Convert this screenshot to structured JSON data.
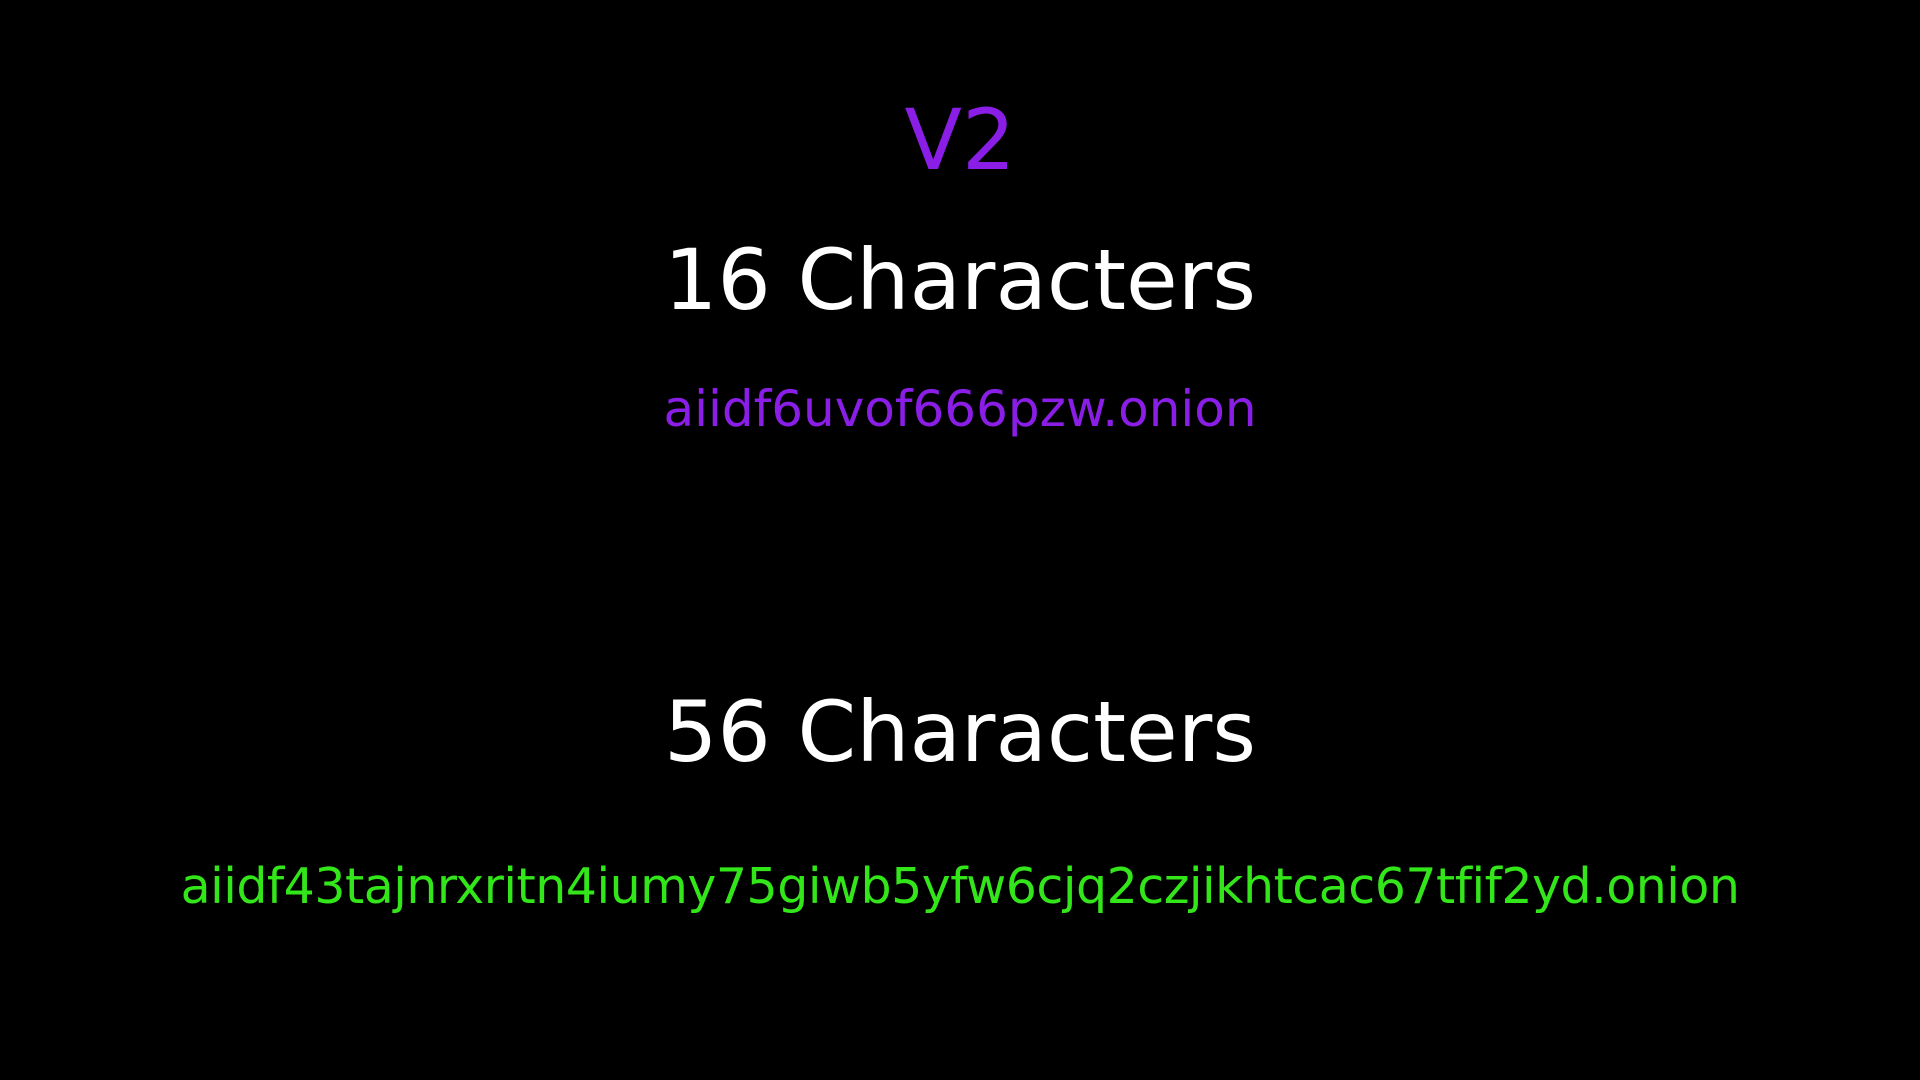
{
  "slide": {
    "title": "V2",
    "v2": {
      "heading": "16 Characters",
      "address": "aiidf6uvof666pzw.onion"
    },
    "v3": {
      "heading": "56 Characters",
      "address": "aiidf43tajnrxritn4iumy75giwb5yfw6cjq2czjikhtcac67tfif2yd.onion"
    }
  },
  "colors": {
    "background": "#000000",
    "purple_text": "#8a1ee6",
    "white_text": "#ffffff",
    "green_text": "#33e61a"
  }
}
